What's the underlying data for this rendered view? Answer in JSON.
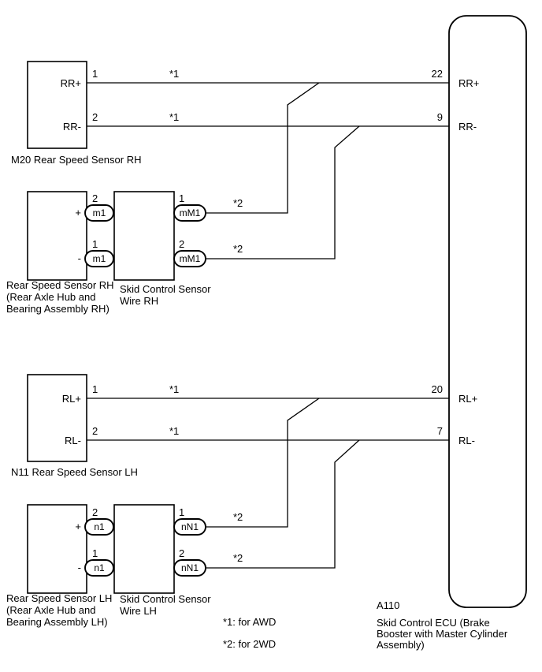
{
  "colors": {
    "ink": "#000000",
    "background": "#ffffff"
  },
  "legend": {
    "note_awd": "*1: for AWD",
    "note_2wd": "*2: for 2WD"
  },
  "ecu": {
    "code": "A110",
    "name_line1": "Skid Control ECU (Brake",
    "name_line2": "Booster with Master Cylinder",
    "name_line3": "Assembly)",
    "pins": {
      "rr_plus": {
        "number": "22",
        "label": "RR+"
      },
      "rr_minus": {
        "number": "9",
        "label": "RR-"
      },
      "rl_plus": {
        "number": "20",
        "label": "RL+"
      },
      "rl_minus": {
        "number": "7",
        "label": "RL-"
      }
    }
  },
  "rh": {
    "direct_sensor": {
      "label": "M20 Rear Speed Sensor RH",
      "plus": {
        "pin": "1",
        "name": "RR+",
        "note": "*1"
      },
      "minus": {
        "pin": "2",
        "name": "RR-",
        "note": "*1"
      }
    },
    "hub_sensor": {
      "label1": "Rear Speed Sensor RH",
      "label2": "(Rear Axle Hub and",
      "label3": "Bearing Assembly RH)",
      "plus_sign": "+",
      "minus_sign": "-",
      "conn_plus": {
        "pin": "2",
        "code": "m1"
      },
      "conn_minus": {
        "pin": "1",
        "code": "m1"
      }
    },
    "wire": {
      "label1": "Skid Control Sensor",
      "label2": "Wire RH",
      "conn_top": {
        "pin": "1",
        "code": "mM1",
        "note": "*2"
      },
      "conn_bottom": {
        "pin": "2",
        "code": "mM1",
        "note": "*2"
      }
    }
  },
  "lh": {
    "direct_sensor": {
      "label": "N11 Rear Speed Sensor LH",
      "plus": {
        "pin": "1",
        "name": "RL+",
        "note": "*1"
      },
      "minus": {
        "pin": "2",
        "name": "RL-",
        "note": "*1"
      }
    },
    "hub_sensor": {
      "label1": "Rear Speed Sensor LH",
      "label2": "(Rear Axle Hub and",
      "label3": "Bearing Assembly LH)",
      "plus_sign": "+",
      "minus_sign": "-",
      "conn_plus": {
        "pin": "2",
        "code": "n1"
      },
      "conn_minus": {
        "pin": "1",
        "code": "n1"
      }
    },
    "wire": {
      "label1": "Skid Control Sensor",
      "label2": "Wire LH",
      "conn_top": {
        "pin": "1",
        "code": "nN1",
        "note": "*2"
      },
      "conn_bottom": {
        "pin": "2",
        "code": "nN1",
        "note": "*2"
      }
    }
  }
}
